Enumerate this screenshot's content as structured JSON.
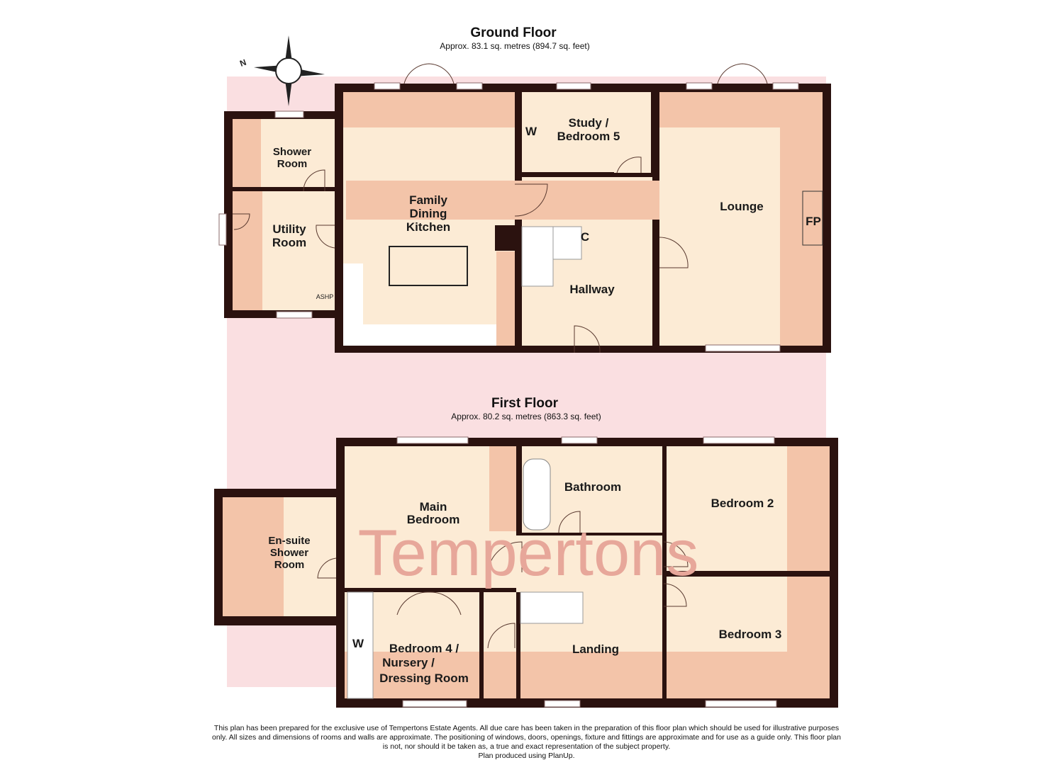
{
  "ground_floor": {
    "title": "Ground Floor",
    "area": "Approx. 83.1 sq. metres (894.7 sq. feet)",
    "rooms": {
      "shower_room": [
        "Shower",
        "Room"
      ],
      "utility_room": [
        "Utility",
        "Room"
      ],
      "kitchen": [
        "Family",
        "Dining",
        "Kitchen"
      ],
      "study": [
        "Study /",
        "Bedroom 5"
      ],
      "hallway": "Hallway",
      "lounge": "Lounge"
    },
    "marks": {
      "wardrobe": "W",
      "cupboard": "C",
      "fireplace": "FP",
      "ashp": "ASHP"
    }
  },
  "first_floor": {
    "title": "First Floor",
    "area": "Approx. 80.2 sq. metres (863.3 sq. feet)",
    "rooms": {
      "ensuite": [
        "En-suite",
        "Shower",
        "Room"
      ],
      "main_bedroom": [
        "Main",
        "Bedroom"
      ],
      "bathroom": "Bathroom",
      "bedroom2": "Bedroom 2",
      "bedroom3": "Bedroom 3",
      "landing": "Landing",
      "bedroom4": [
        "Bedroom 4 /",
        "Nursery /",
        "Dressing Room"
      ]
    },
    "marks": {
      "wardrobe": "W"
    }
  },
  "compass": {
    "north_label": "N"
  },
  "watermark": "Tempertons",
  "disclaimer": [
    "This plan has been prepared for the exclusive use of Tempertons Estate Agents. All due care has been taken in the preparation of this floor plan which should be used for illustrative purposes",
    "only. All sizes and dimensions of rooms and walls are approximate. The positioning of windows, doors, openings, fixture and fittings are approximate and for use as a guide only. This floor plan",
    "is not, nor should it be taken as, a true and exact representation of the subject property.",
    "Plan produced using PlanUp."
  ]
}
